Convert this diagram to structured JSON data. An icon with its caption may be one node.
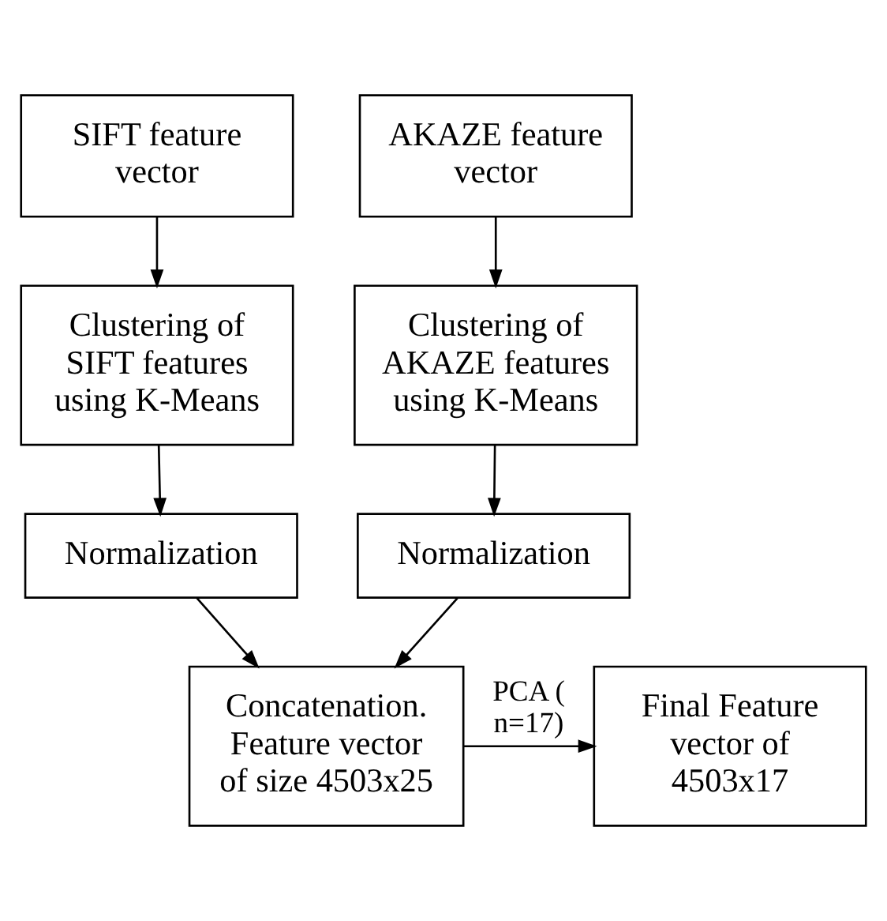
{
  "diagram": {
    "nodes": [
      {
        "text": [
          "SIFT feature vector"
        ]
      },
      {
        "text": [
          "AKAZE feature vector"
        ]
      },
      {
        "text": [
          "Clustering of SIFT features using K-Means"
        ]
      },
      {
        "text": [
          "Clustering of AKAZE features using K-Means"
        ]
      },
      {
        "text": [
          "Normalization"
        ]
      },
      {
        "text": [
          "Normalization"
        ]
      },
      {
        "text": [
          "Concatenation. Feature vector of size 4503x25"
        ]
      },
      {
        "text": [
          "Final Feature vector of 4503x17"
        ]
      }
    ],
    "edges": [
      {
        "from": 0,
        "to": 2,
        "arrow": "to"
      },
      {
        "from": 1,
        "to": 3,
        "arrow": "to"
      },
      {
        "from": 2,
        "to": 4,
        "arrow": "to"
      },
      {
        "from": 3,
        "to": 5,
        "arrow": "to"
      },
      {
        "from": 4,
        "to": 6,
        "arrow": "to"
      },
      {
        "from": 5,
        "to": 6,
        "arrow": "to"
      },
      {
        "from": 6,
        "to": 7,
        "arrow": "to",
        "label": "PCA (n=17)"
      }
    ]
  }
}
